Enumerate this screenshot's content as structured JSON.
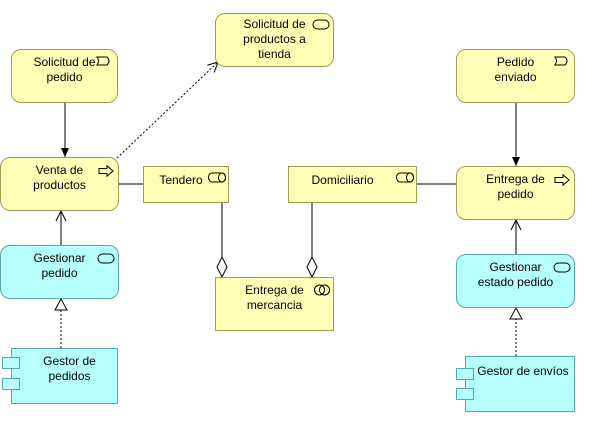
{
  "nodes": {
    "solicitud_pedido": {
      "label": "Solicitud de\npedido",
      "icon": "business-event-icon"
    },
    "solicitud_productos": {
      "label": "Solicitud de\nproductos a\ntienda",
      "icon": "business-service-icon"
    },
    "pedido_enviado": {
      "label": "Pedido\nenviado",
      "icon": "business-event-icon"
    },
    "venta_productos": {
      "label": "Venta de\nproductos",
      "icon": "business-process-icon"
    },
    "tendero": {
      "label": "Tendero",
      "icon": "business-role-icon"
    },
    "domiciliario": {
      "label": "Domiciliario",
      "icon": "business-role-icon"
    },
    "entrega_pedido": {
      "label": "Entrega de\npedido",
      "icon": "business-process-icon"
    },
    "gestionar_pedido": {
      "label": "Gestionar\npedido",
      "icon": "application-service-icon"
    },
    "entrega_mercancia": {
      "label": "Entrega de\nmercancia",
      "icon": "business-collaboration-icon"
    },
    "gestionar_estado": {
      "label": "Gestionar\nestado pedido",
      "icon": "application-service-icon"
    },
    "gestor_pedidos": {
      "label": "Gestor de\npedidos",
      "icon": "application-component-icon"
    },
    "gestor_envios": {
      "label": "Gestor de envíos",
      "icon": "application-component-icon"
    }
  },
  "colors": {
    "business": "#ffffb5",
    "application": "#b5ffff",
    "edge": "#000000"
  }
}
